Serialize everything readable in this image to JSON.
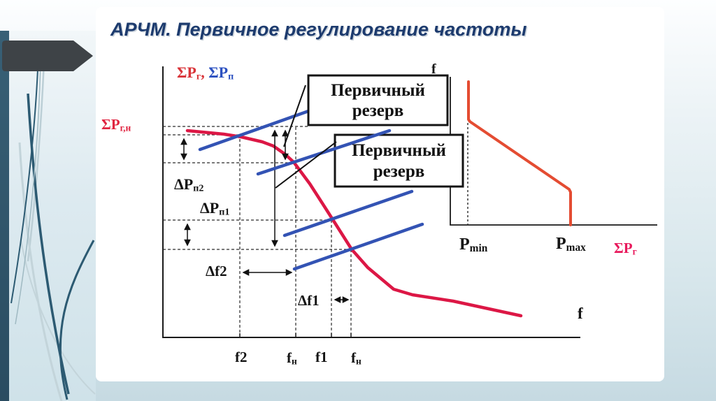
{
  "slide": {
    "title": "АРЧМ. Первичное регулирование частоты"
  },
  "left_chart": {
    "y_axis_label": {
      "gen_base": "ΣP",
      "gen_sub": "г",
      "separator": ", ",
      "load_base": "ΣP",
      "load_sub": "п"
    },
    "nominal_generation_label": {
      "base": "ΣP",
      "sub": "г,н"
    },
    "delta_p2": {
      "base": "ΔP",
      "sub": "п2"
    },
    "delta_p1": {
      "base": "ΔP",
      "sub": "п1"
    },
    "delta_f2": "Δf2",
    "delta_f1": "Δf1",
    "x_axis_label": "f",
    "x_ticks": [
      {
        "text": "f2",
        "sub": ""
      },
      {
        "text": "f",
        "sub": "н"
      },
      {
        "text": "f1",
        "sub": ""
      },
      {
        "text": "f",
        "sub": "н"
      }
    ]
  },
  "callout_boxes": [
    {
      "line1": "Первичный",
      "line2": "резерв"
    },
    {
      "line1": "Первичный",
      "line2": "резерв"
    }
  ],
  "right_chart": {
    "y_axis_label": "f",
    "p_min": {
      "base": "P",
      "sub": "min"
    },
    "p_max": {
      "base": "P",
      "sub": "max"
    },
    "x_axis_label": {
      "base": "ΣP",
      "sub": "г"
    }
  },
  "colors": {
    "title_navy": "#1d3b6e",
    "generation_curve_red": "#dc1745",
    "load_lines_blue": "#3353b4",
    "right_curve_orange": "#e44c32",
    "sigma_label_red": "#d93338",
    "sigma_label_blue": "#2b50c0",
    "sigma_pg_pink": "#e8195c",
    "edge_bar_teal": "#2f566c",
    "arrow_tag_grey": "#3e4347"
  }
}
